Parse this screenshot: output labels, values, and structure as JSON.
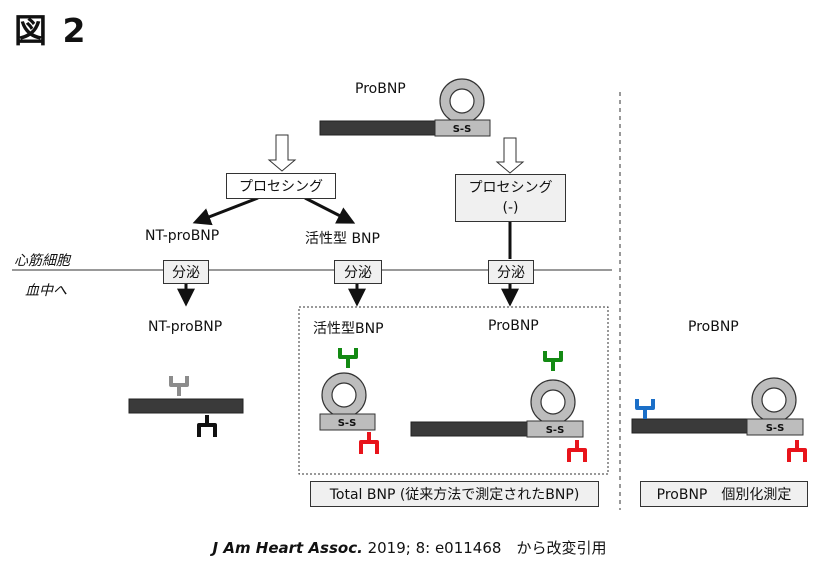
{
  "figure_title": "図 2",
  "labels": {
    "probnp_top": "ProBNP",
    "nt_probnp_upper": "NT-proBNP",
    "active_bnp_upper": "活性型 BNP",
    "myocyte": "心筋細胞",
    "blood": "血中へ",
    "nt_probnp_lower": "NT-proBNP",
    "active_bnp_lower": "活性型BNP",
    "probnp_middle": "ProBNP",
    "probnp_right": "ProBNP"
  },
  "boxes": {
    "processing_left": "プロセシング",
    "processing_right_line1": "プロセシング",
    "processing_right_line2": "(-)",
    "secretion_1": "分泌",
    "secretion_2": "分泌",
    "secretion_3": "分泌",
    "total_bnp": "Total BNP (従来方法で測定されたBNP)",
    "probnp_individual": "ProBNP　個別化測定"
  },
  "molecule_label": "S-S",
  "colors": {
    "chain": "#3a3a3a",
    "ring": "#bdbdbd",
    "antibody_green": "#138a13",
    "antibody_red": "#e8141b",
    "antibody_blue": "#1b6fc8",
    "antibody_gray": "#8c8c8c",
    "antibody_black": "#111111"
  },
  "citation": {
    "journal": "J Am Heart Assoc.",
    "details": " 2019; 8: e011468",
    "suffix": "　から改変引用"
  }
}
